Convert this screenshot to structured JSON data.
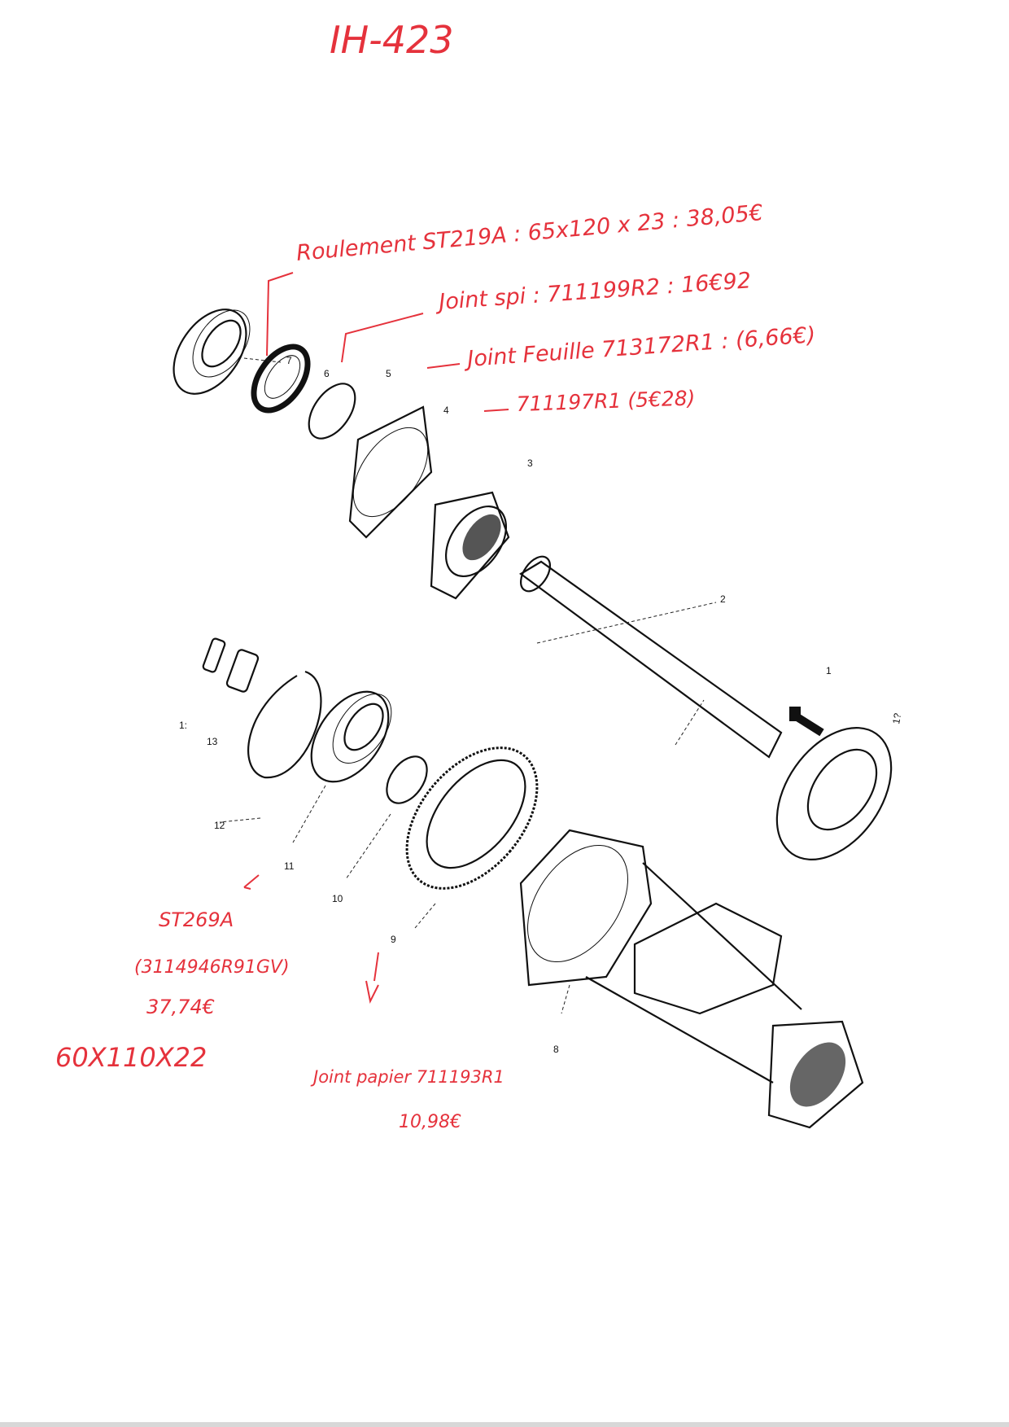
{
  "title": "IH-423",
  "annotations": {
    "roulement": "Roulement ST219A : 65x120 x 23 : 38,05€",
    "joint_spi": "Joint spi : 711199R2 : 16€92",
    "joint_feuille": "Joint Feuille 713172R1 : (6,66€)",
    "ref_4": "711197R1 (5€28)",
    "st269a": "ST269A",
    "ref_bearing2": "(3114946R91GV)",
    "price_bearing2": "37,74€",
    "dims_bearing2": "60X110X22",
    "joint_papier": "Joint papier 711193R1",
    "price_papier": "10,98€"
  },
  "part_numbers": [
    "7",
    "6",
    "5",
    "4",
    "3",
    "2",
    "1",
    "1?",
    "1:",
    "13",
    "12",
    "11",
    "10",
    "9",
    "8"
  ],
  "colors": {
    "ink": "#111111",
    "annotation": "#e5323c"
  }
}
